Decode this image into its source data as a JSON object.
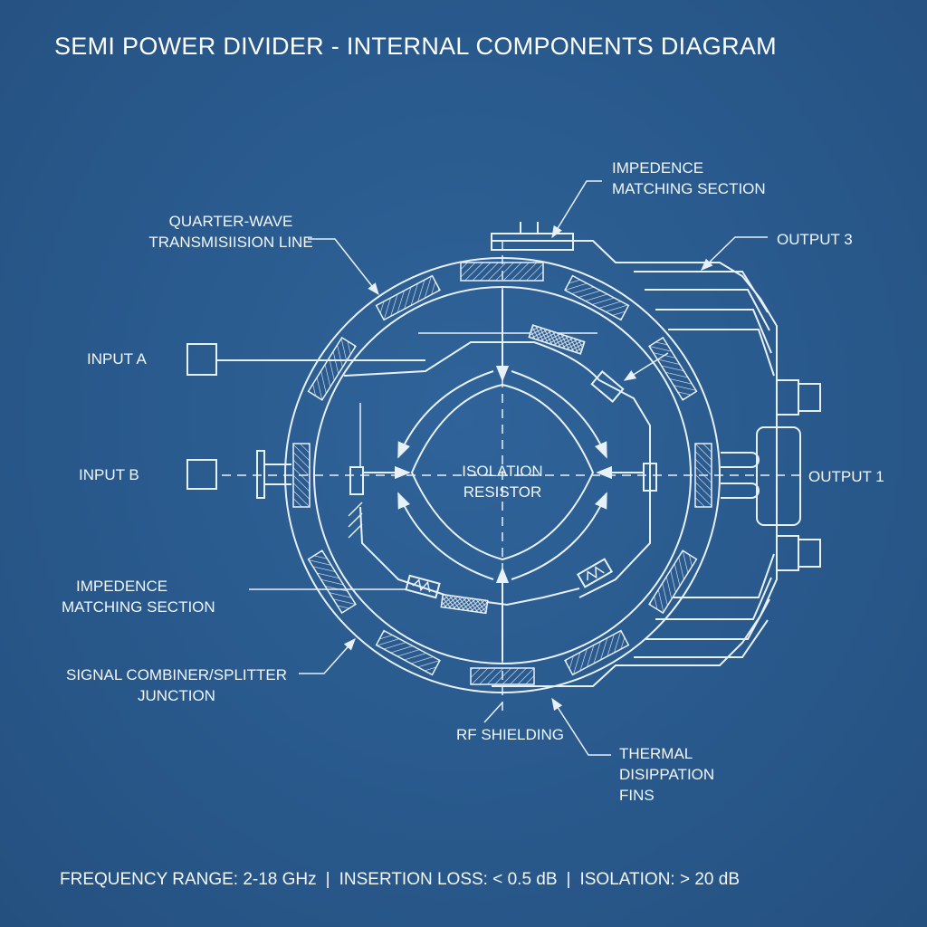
{
  "title": "SEMI POWER DIVIDER - INTERNAL COMPONENTS DIAGRAM",
  "labels": {
    "quarter_wave_line1": "QUARTER-WAVE",
    "quarter_wave_line2": "TRANSMISIISION LINE",
    "impedance_top_line1": "IMPEDENCE",
    "impedance_top_line2": "MATCHING SECTION",
    "output_3": "OUTPUT 3",
    "input_a": "INPUT A",
    "input_b": "INPUT B",
    "output_1": "OUTPUT 1",
    "isolation_line1": "ISOLATION",
    "isolation_line2": "RESISTOR",
    "impedance_left_line1": "IMPEDENCE",
    "impedance_left_line2": "MATCHING SECTION",
    "combiner_line1": "SIGNAL COMBINER/SPLITTER",
    "combiner_line2": "JUNCTION",
    "rf_shielding": "RF SHIELDING",
    "thermal_line1": "THERMAL",
    "thermal_line2": "DISIPPATION",
    "thermal_line3": "FINS"
  },
  "specs": {
    "frequency": "FREQUENCY RANGE: 2-18 GHz",
    "insertion_loss": "INSERTION LOSS: < 0.5 dB",
    "isolation": "ISOLATION: > 20 dB",
    "separator": "|"
  },
  "colors": {
    "background": "#2a5a8e",
    "line": "#e8f0f8"
  }
}
